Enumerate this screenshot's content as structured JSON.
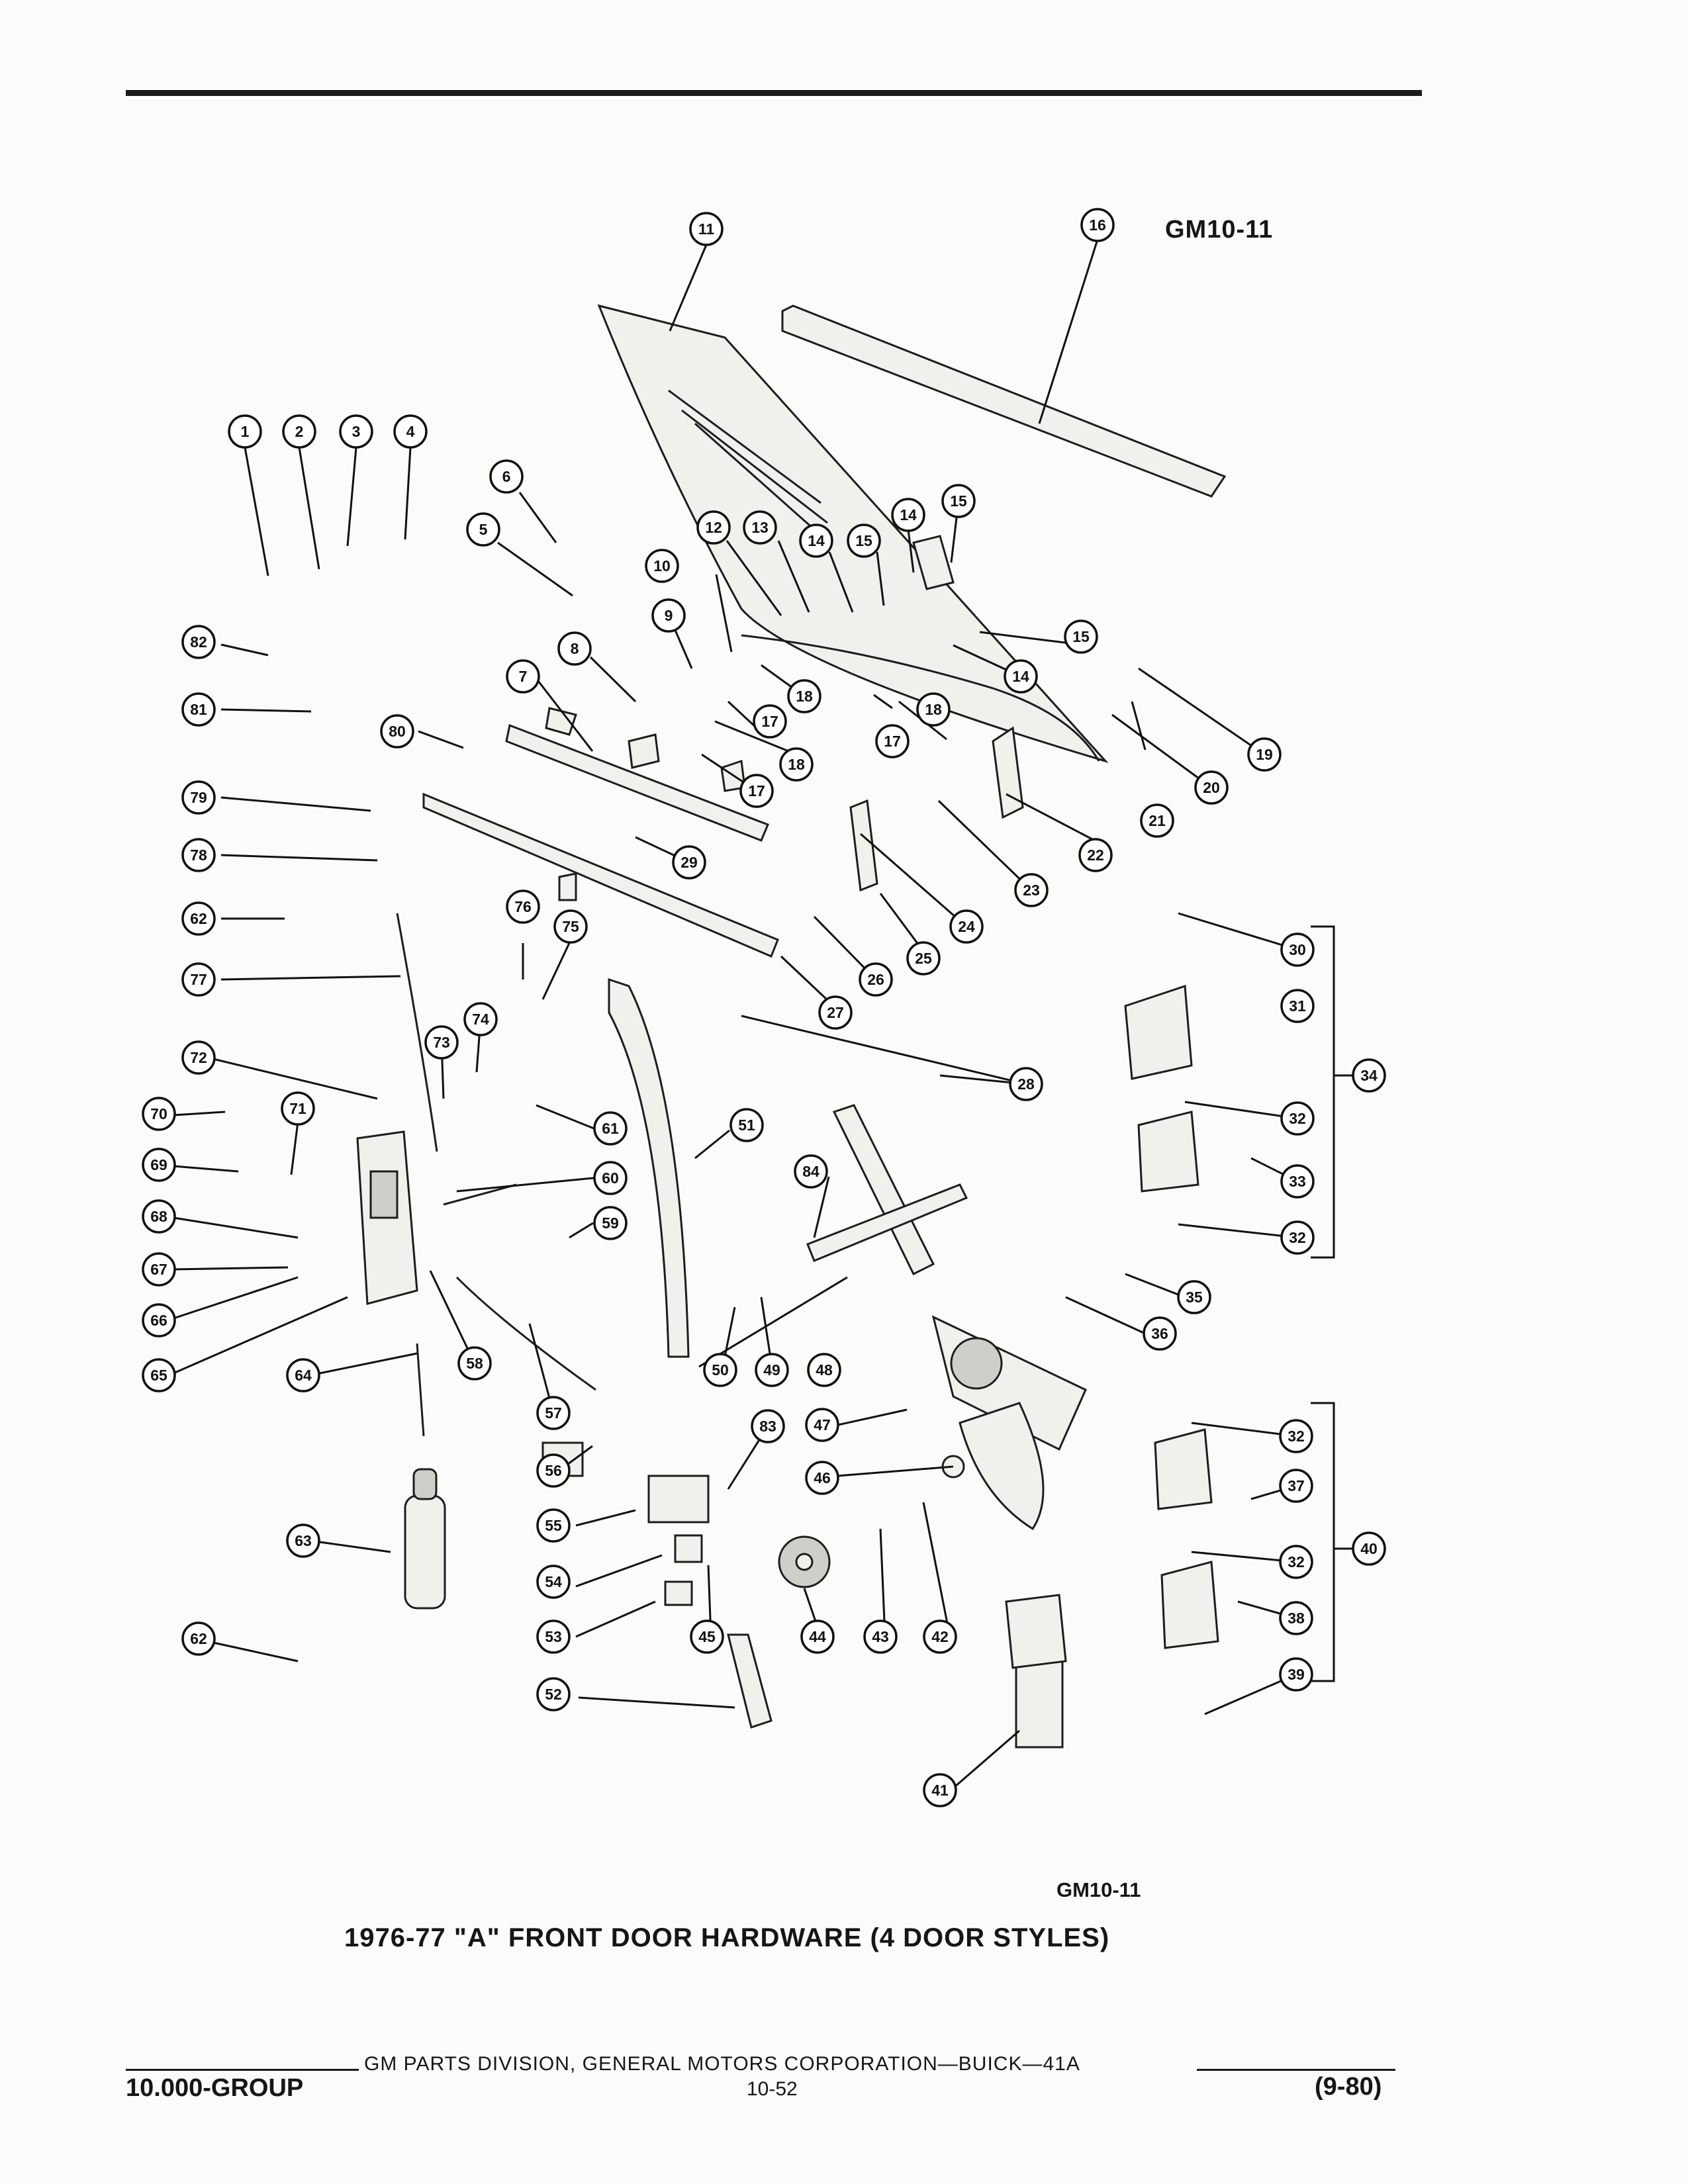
{
  "figure_code_top": "GM10-11",
  "figure_code_bottom": "GM10-11",
  "caption": "1976-77 \"A\" FRONT DOOR HARDWARE (4 DOOR STYLES)",
  "footer": {
    "publisher": "GM PARTS DIVISION, GENERAL MOTORS CORPORATION—BUICK—41A",
    "group": "10.000-GROUP",
    "page": "10-52",
    "revision_date": "(9-80)"
  },
  "callouts": [
    "1",
    "2",
    "3",
    "4",
    "5",
    "6",
    "7",
    "8",
    "9",
    "10",
    "11",
    "12",
    "13",
    "14",
    "14",
    "14",
    "14",
    "15",
    "15",
    "15",
    "15",
    "16",
    "17",
    "17",
    "17",
    "18",
    "18",
    "18",
    "19",
    "20",
    "21",
    "22",
    "23",
    "24",
    "25",
    "26",
    "27",
    "28",
    "29",
    "30",
    "31",
    "32",
    "32",
    "32",
    "32",
    "33",
    "34",
    "35",
    "36",
    "37",
    "38",
    "39",
    "40",
    "41",
    "42",
    "43",
    "44",
    "45",
    "46",
    "47",
    "48",
    "49",
    "50",
    "51",
    "52",
    "53",
    "54",
    "55",
    "56",
    "57",
    "58",
    "59",
    "60",
    "61",
    "62",
    "62",
    "63",
    "64",
    "65",
    "66",
    "67",
    "68",
    "69",
    "70",
    "71",
    "72",
    "73",
    "74",
    "75",
    "76",
    "77",
    "78",
    "79",
    "80",
    "81",
    "82",
    "83",
    "84"
  ]
}
